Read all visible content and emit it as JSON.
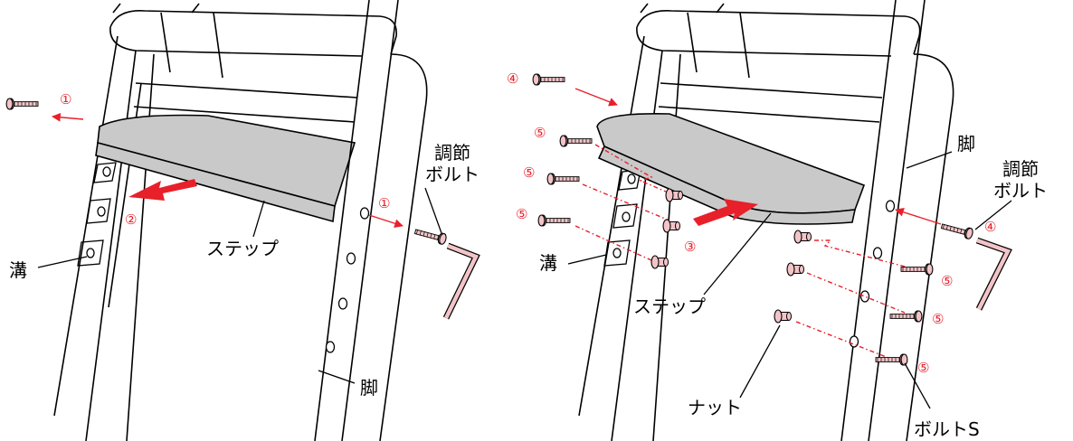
{
  "colors": {
    "accent_red": "#e8202a",
    "step_gray": "#c9c9c9",
    "bolt_pink": "#f2c4c8"
  },
  "left": {
    "labels": {
      "groove": "溝",
      "step": "ステップ",
      "leg": "脚",
      "adjust_bolt_line1": "調節",
      "adjust_bolt_line2": "ボルト"
    },
    "markers": {
      "m1a": "①",
      "m1b": "①",
      "m2": "②"
    }
  },
  "right": {
    "labels": {
      "groove": "溝",
      "step": "ステップ",
      "leg": "脚",
      "adjust_bolt_line1": "調節",
      "adjust_bolt_line2": "ボルト",
      "nut": "ナット",
      "bolt_s": "ボルトS"
    },
    "markers": {
      "m4a": "④",
      "m4b": "④",
      "m3": "③",
      "m5a": "⑤",
      "m5b": "⑤",
      "m5c": "⑤",
      "m5d": "⑤",
      "m5e": "⑤",
      "m5f": "⑤"
    }
  }
}
